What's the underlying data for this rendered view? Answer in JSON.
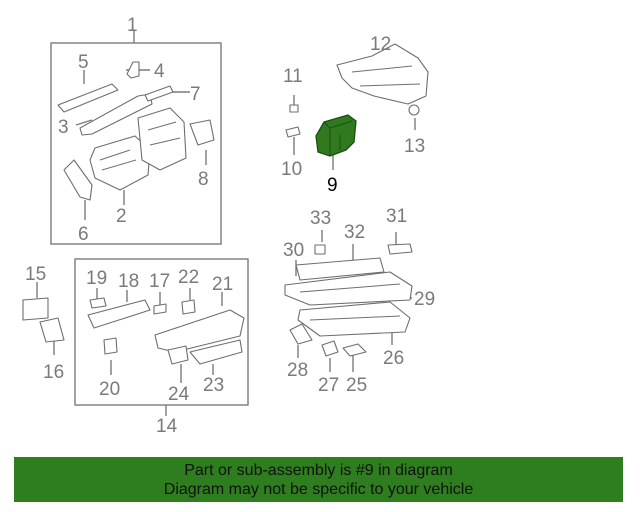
{
  "diagram": {
    "callouts": [
      "1",
      "2",
      "3",
      "4",
      "5",
      "6",
      "7",
      "8",
      "9",
      "10",
      "11",
      "12",
      "13",
      "14",
      "15",
      "16",
      "17",
      "18",
      "19",
      "20",
      "21",
      "22",
      "23",
      "24",
      "25",
      "26",
      "27",
      "28",
      "29",
      "30",
      "31",
      "32",
      "33"
    ],
    "highlighted_callout": "9"
  },
  "banner": {
    "line1": "Part or sub-assembly is #9 in diagram",
    "line2": "Diagram may not be specific to your vehicle",
    "background": "#2e7d1e"
  },
  "colors": {
    "highlight_part": "#2f7a1f",
    "line": "#7a7a7a"
  }
}
